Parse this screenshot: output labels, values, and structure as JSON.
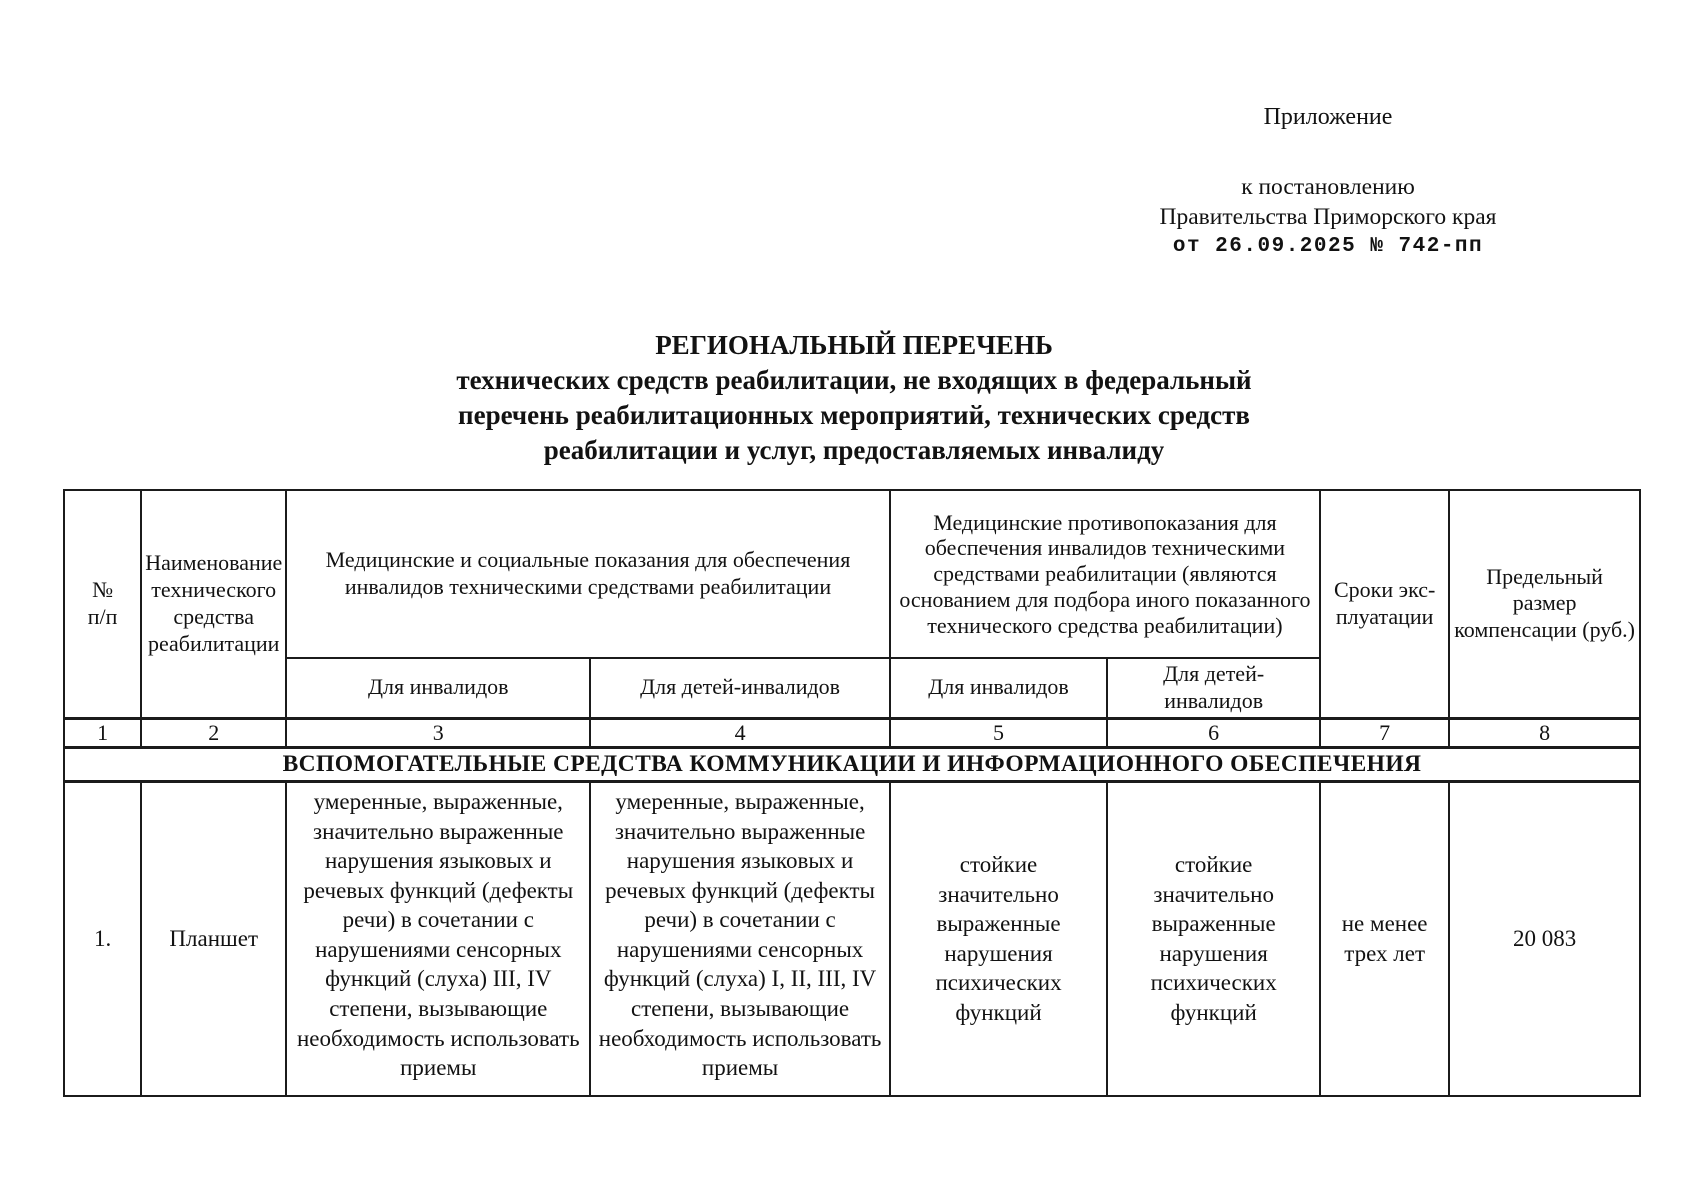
{
  "annex": {
    "label": "Приложение",
    "to_line1": "к постановлению",
    "to_line2": "Правительства Приморского края",
    "date_line": "от 26.09.2025 № 742-пп"
  },
  "title": {
    "line1": "РЕГИОНАЛЬНЫЙ ПЕРЕЧЕНЬ",
    "line2": "технических средств реабилитации, не входящих в федеральный",
    "line3": "перечень реабилитационных мероприятий, технических средств",
    "line4": "реабилитации и услуг, предоставляемых инвалиду"
  },
  "table": {
    "headers": {
      "col1": "№\nп/п",
      "col2": "Наименование технического средства реабилитации",
      "col34": "Медицинские и социальные показания для обеспечения инвалидов техническими средствами реабилитации",
      "col56": "Медицинские противопоказания для обеспечения инвалидов техническими средствами реабилитации (являются основанием для подбора иного показанного технического средства реабилитации)",
      "col7": "Сроки экс-\nплуатации",
      "col8": "Предельный размер компенсации (руб.)",
      "sub_col3": "Для инвалидов",
      "sub_col4": "Для детей-инвалидов",
      "sub_col5": "Для инвалидов",
      "sub_col6": "Для детей-\nинвалидов"
    },
    "numbering": [
      "1",
      "2",
      "3",
      "4",
      "5",
      "6",
      "7",
      "8"
    ],
    "section_header": "ВСПОМОГАТЕЛЬНЫЕ СРЕДСТВА КОММУНИКАЦИИ И ИНФОРМАЦИОННОГО ОБЕСПЕЧЕНИЯ",
    "rows": [
      {
        "num": "1.",
        "name": "Планшет",
        "indications_adults": "умеренные, выраженные, значительно выраженные нарушения языковых и речевых функций (дефекты речи) в сочетании с нарушениями сенсорных функций (слуха) III, IV степени, вызывающие необходимость использовать приемы",
        "indications_children": "умеренные, выраженные, значительно выраженные нарушения языковых и речевых функций (дефекты речи) в сочетании с нарушениями сенсорных функций (слуха) I, II, III, IV степени, вызывающие необходимость использовать приемы",
        "contraindications_adults": "стойкие значительно выраженные нарушения психических функций",
        "contraindications_children": "стойкие значительно выраженные нарушения психических функций",
        "service_life": "не менее трех лет",
        "max_compensation": "20 083"
      }
    ]
  }
}
